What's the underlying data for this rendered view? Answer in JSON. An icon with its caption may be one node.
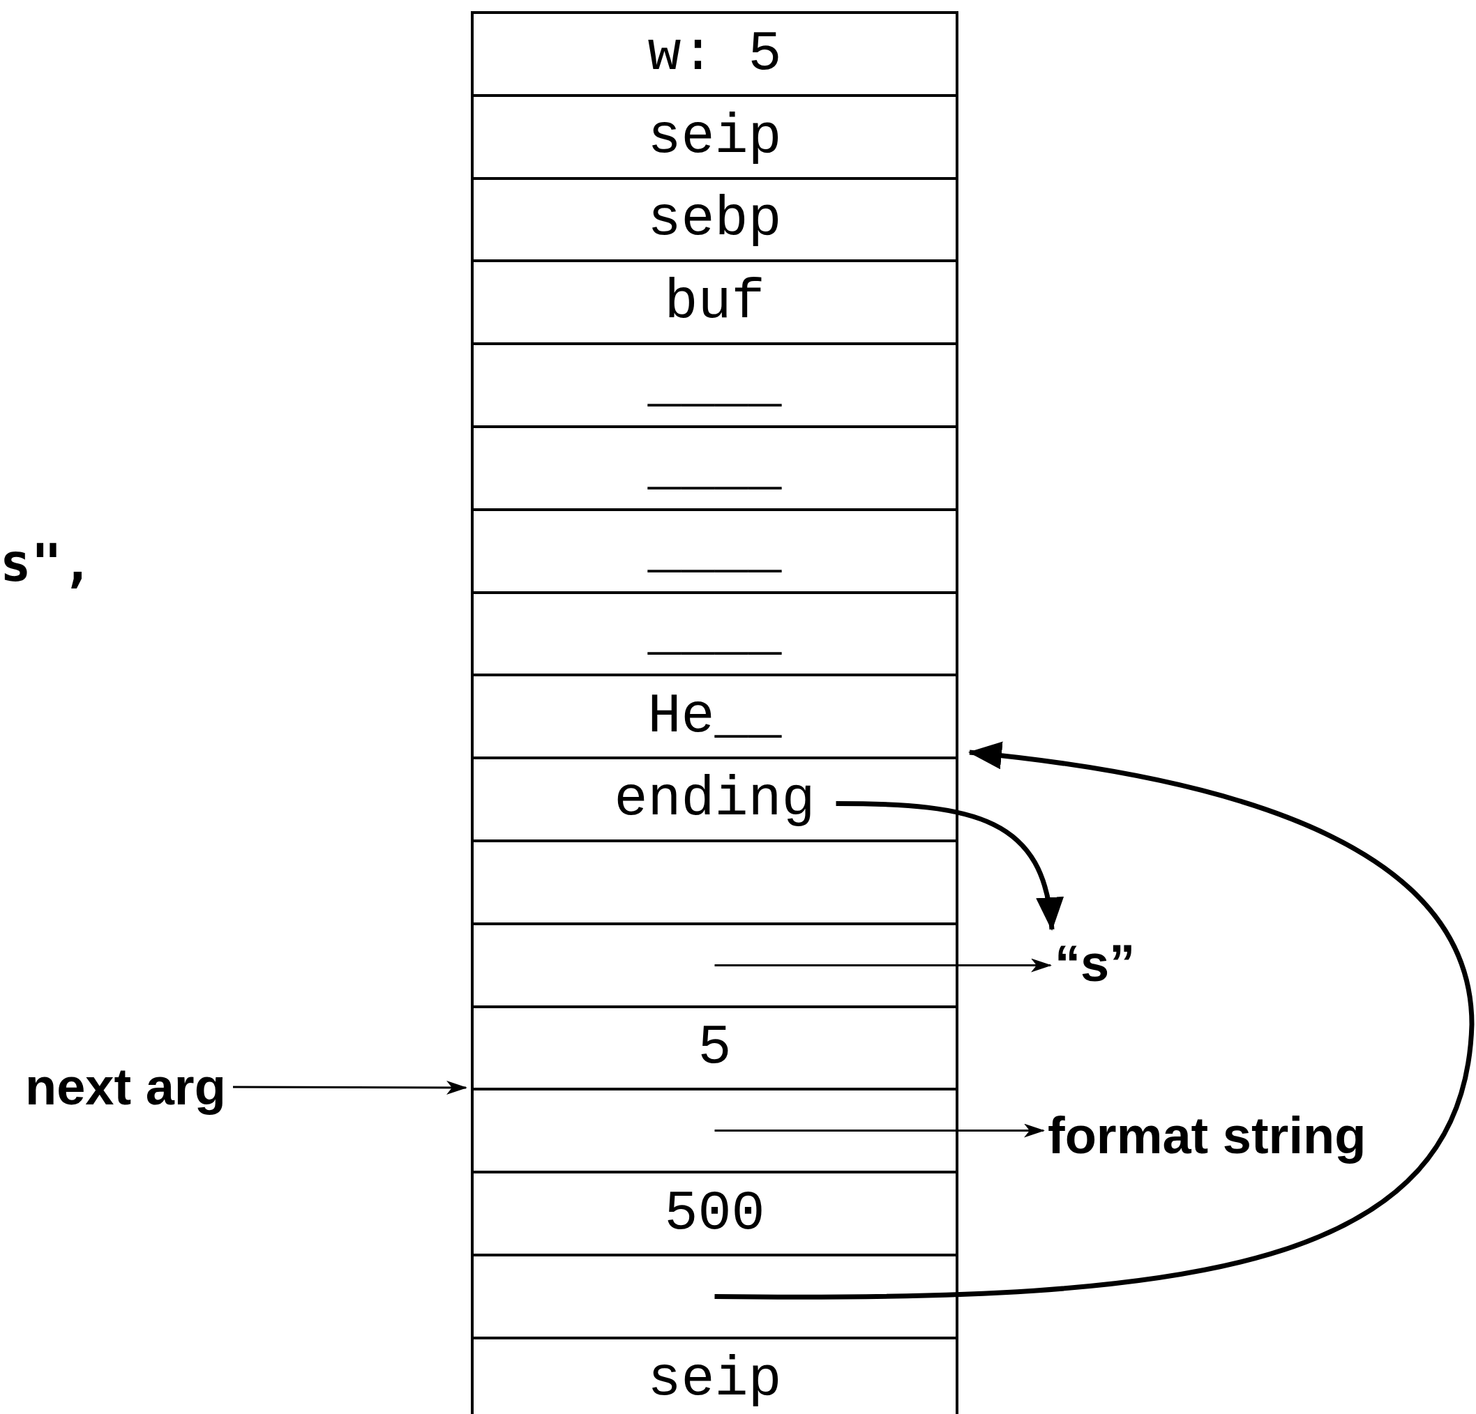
{
  "diagram": {
    "nodes": [
      {
        "text": [
          "w: 5"
        ]
      },
      {
        "text": [
          "seip"
        ]
      },
      {
        "text": [
          "sebp"
        ]
      },
      {
        "text": [
          "buf"
        ]
      },
      {
        "text": [
          "____"
        ]
      },
      {
        "text": [
          "____"
        ]
      },
      {
        "text": [
          "____"
        ]
      },
      {
        "text": [
          "____"
        ]
      },
      {
        "text": [
          "He__"
        ]
      },
      {
        "text": [
          "ending"
        ]
      },
      {
        "text": [],
        "shape": "box"
      },
      {
        "text": [],
        "shape": "box"
      },
      {
        "text": [
          "5"
        ]
      },
      {
        "text": [],
        "shape": "box"
      },
      {
        "text": [
          "500"
        ]
      },
      {
        "text": [],
        "shape": "box"
      },
      {
        "text": [
          "seip"
        ]
      },
      {
        "text": [
          "“s”"
        ]
      },
      {
        "text": [
          "format string"
        ]
      },
      {
        "text": [
          "next arg"
        ]
      }
    ],
    "edges": [
      {
        "from": 9,
        "to": 17,
        "arrow": "to",
        "style": "thick"
      },
      {
        "from": 11,
        "to": 17,
        "arrow": "to"
      },
      {
        "from": 13,
        "to": 18,
        "arrow": "to"
      },
      {
        "from": 15,
        "to": 8,
        "arrow": "to",
        "style": "thick"
      },
      {
        "from": 19,
        "to": 13,
        "arrow": "to"
      }
    ],
    "labels": [
      "s\","
    ]
  }
}
